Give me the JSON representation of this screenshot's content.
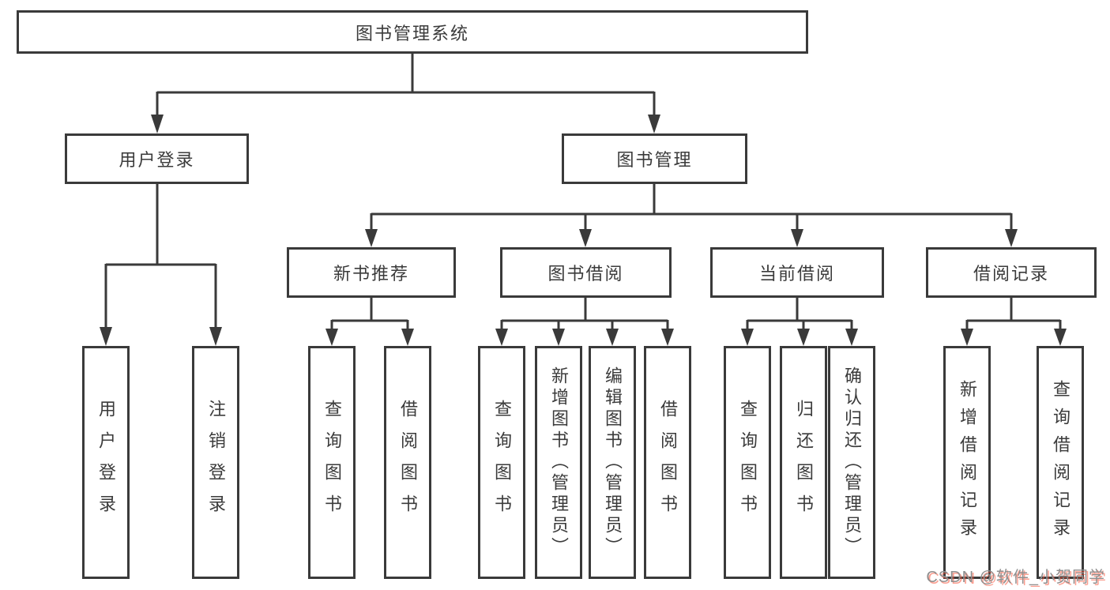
{
  "diagram": {
    "root": {
      "label": "图书管理系统"
    },
    "level2": [
      {
        "label": "用户登录"
      },
      {
        "label": "图书管理"
      }
    ],
    "level3": [
      {
        "label": "新书推荐"
      },
      {
        "label": "图书借阅"
      },
      {
        "label": "当前借阅"
      },
      {
        "label": "借阅记录"
      }
    ],
    "leaves": [
      {
        "label": "用户登录"
      },
      {
        "label": "注销登录"
      },
      {
        "label": "查询图书"
      },
      {
        "label": "借阅图书"
      },
      {
        "label": "查询图书"
      },
      {
        "label": "新增图书（管理员）"
      },
      {
        "label": "编辑图书（管理员）"
      },
      {
        "label": "借阅图书"
      },
      {
        "label": "查询图书"
      },
      {
        "label": "归还图书"
      },
      {
        "label": "确认归还（管理员）"
      },
      {
        "label": "新增借阅记录"
      },
      {
        "label": "查询借阅记录"
      }
    ],
    "colors": {
      "line": "#3a3a3a",
      "text": "#3b3b3b",
      "watermark_gray": "#8f8f8f",
      "watermark_accent": "#fa5037"
    },
    "watermark": "CSDN @软件_小贺同学"
  }
}
